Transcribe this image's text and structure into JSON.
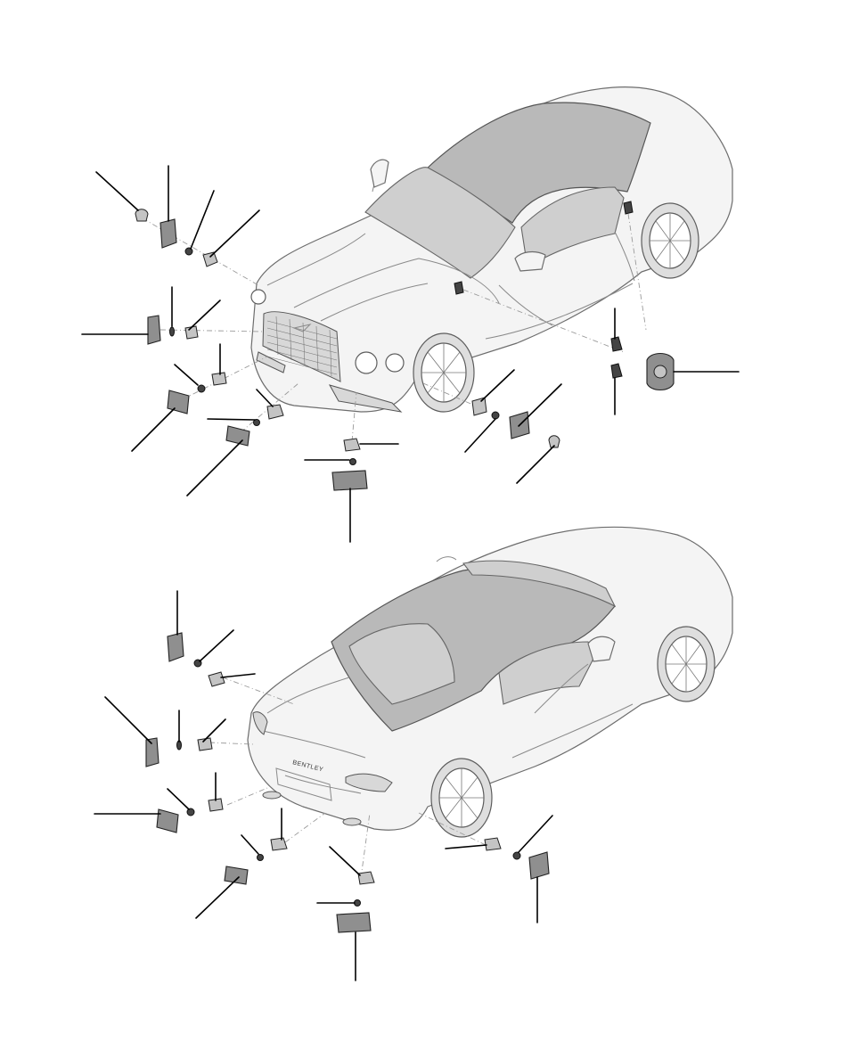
{
  "rear_badge": {
    "text": "BENTLEY"
  },
  "colors": {
    "body_fill": "#f4f4f4",
    "roof_fill": "#b9b9b9",
    "part_fill": "#8f8f8f",
    "leader_line": "#000000"
  },
  "icons": [
    "front-car-view",
    "rear-car-view",
    "parking-sensor-part",
    "leader-line"
  ]
}
